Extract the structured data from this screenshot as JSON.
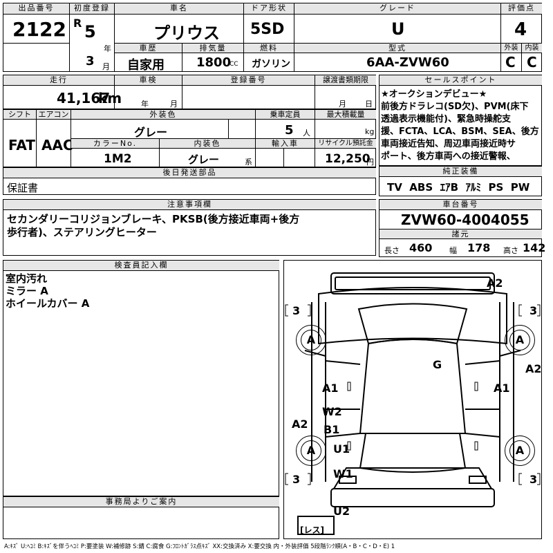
{
  "header": {
    "lot_label": "出品番号",
    "lot": "2122",
    "first_reg_label": "初度登録",
    "era": "R",
    "year": "5",
    "year_unit": "年",
    "month": "3",
    "month_unit": "月",
    "name_label": "車名",
    "name": "プリウス",
    "door_label": "ドア形状",
    "door": "5SD",
    "grade_label": "グレード",
    "grade": "U",
    "score_label": "評価点",
    "score": "4",
    "history_label": "車歴",
    "history": "自家用",
    "displacement_label": "排気量",
    "displacement": "1800",
    "displacement_unit": "CC",
    "fuel_label": "燃料",
    "fuel": "ガソリン",
    "model_label": "型式",
    "model": "6AA-ZVW60",
    "ext_label": "外装",
    "ext": "C",
    "int_label": "内装",
    "int": "C"
  },
  "row2": {
    "mileage_label": "走行",
    "mileage": "41,167",
    "mileage_unit": "km",
    "inspection_label": "車検",
    "insp_year_unit": "年",
    "insp_month_unit": "月",
    "reg_label": "登録番号",
    "transfer_label": "譲渡書類期限",
    "transfer_month_unit": "月",
    "transfer_day_unit": "日"
  },
  "row3": {
    "shift_label": "シフト",
    "shift": "FAT",
    "ac_label": "エアコン",
    "ac": "AAC",
    "color_label": "外装色",
    "color": "グレー",
    "capacity_label": "乗車定員",
    "capacity": "5",
    "capacity_unit": "人",
    "load_label": "最大積載量",
    "load_unit": "kg",
    "colorno_label": "カラーNo.",
    "colorno": "1M2",
    "intcolor_label": "内装色",
    "intcolor": "グレー",
    "intcolor_unit": "系",
    "import_label": "輸入車",
    "recycle_label": "リサイクル預託金",
    "recycle": "12,250",
    "recycle_unit": "円"
  },
  "later_parts": {
    "label": "後日発送部品",
    "text": "保証書"
  },
  "sales_point": {
    "label": "セールスポイント",
    "lines": [
      "★オークションデビュー★",
      "前後方ドラレコ(SD欠)、PVM(床下",
      "透過表示機能付)、緊急時操舵支",
      "援、FCTA、LCA、BSM、SEA、後方",
      "車両接近告知、周辺車両接近時サ",
      "ポート、後方車両への接近警報、"
    ]
  },
  "equipment": {
    "label": "純正装備",
    "items": [
      "TV",
      "ABS",
      "ｴｱB",
      "ｱﾙﾐ",
      "PS",
      "PW"
    ]
  },
  "notes": {
    "label": "注意事項欄",
    "lines": [
      "セカンダリーコリジョンブレーキ、PKSB(後方接近車両+後方",
      "歩行者)、ステアリングヒーター"
    ]
  },
  "chassis": {
    "label": "車台番号",
    "value": "ZVW60-4004055"
  },
  "specs": {
    "label": "諸元",
    "length_label": "長さ",
    "length": "460",
    "width_label": "幅",
    "width": "178",
    "height_label": "高さ",
    "height": "142"
  },
  "inspector": {
    "label": "検査員記入欄",
    "lines": [
      "室内汚れ",
      "ミラー A",
      "ホイールカバー A"
    ]
  },
  "office": {
    "label": "事務局よりご案内"
  },
  "diagram": {
    "marks": [
      "A2",
      "A2",
      "A2",
      "G",
      "A1",
      "A1",
      "W2",
      "B1",
      "U1",
      "W1",
      "U2"
    ],
    "tire_left_front": "A",
    "tire_right_front": "A",
    "tire_left_rear": "A",
    "tire_right_rear": "A",
    "tread": [
      "3",
      "3",
      "3",
      "3"
    ],
    "spare": "レス"
  },
  "legend": "A:ｷｽﾞ U:ﾍｺﾐ B:ｷｽﾞを伴うﾍｺﾐ P:要塗装 W:補修跡 S:錆 C:腐食 G:ﾌﾛﾝﾄｶﾞﾗｽ点ｷｽﾞ XX:交換済み X:要交換 内・外装評価 5段階ﾗﾝｸ順(A・B・C・D・E) 1"
}
